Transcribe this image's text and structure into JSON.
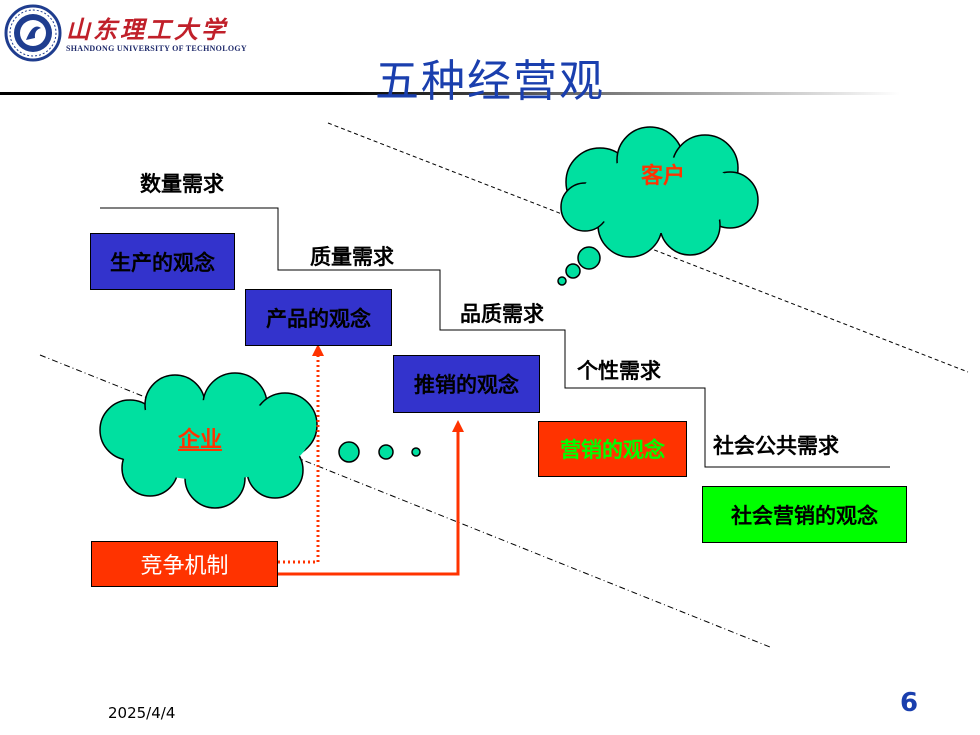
{
  "header": {
    "logo_text": "山东理工大学",
    "logo_subtitle": "SHANDONG UNIVERSITY OF TECHNOLOGY",
    "title": "五种经营观"
  },
  "clouds": {
    "customer": "客户",
    "enterprise": "企业"
  },
  "needs": [
    "数量需求",
    "质量需求",
    "品质需求",
    "个性需求",
    "社会公共需求"
  ],
  "concepts": [
    "生产的观念",
    "产品的观念",
    "推销的观念",
    "营销的观念",
    "社会营销的观念"
  ],
  "competition": "竞争机制",
  "footer": {
    "date": "2025/4/4",
    "page": "6"
  },
  "colors": {
    "title": "#1a3fae",
    "concept_blue": "#3333cc",
    "marketing_red": "#ff3300",
    "social_green": "#00ff00",
    "cloud": "#00e0a0",
    "arrow": "#ff3300"
  }
}
